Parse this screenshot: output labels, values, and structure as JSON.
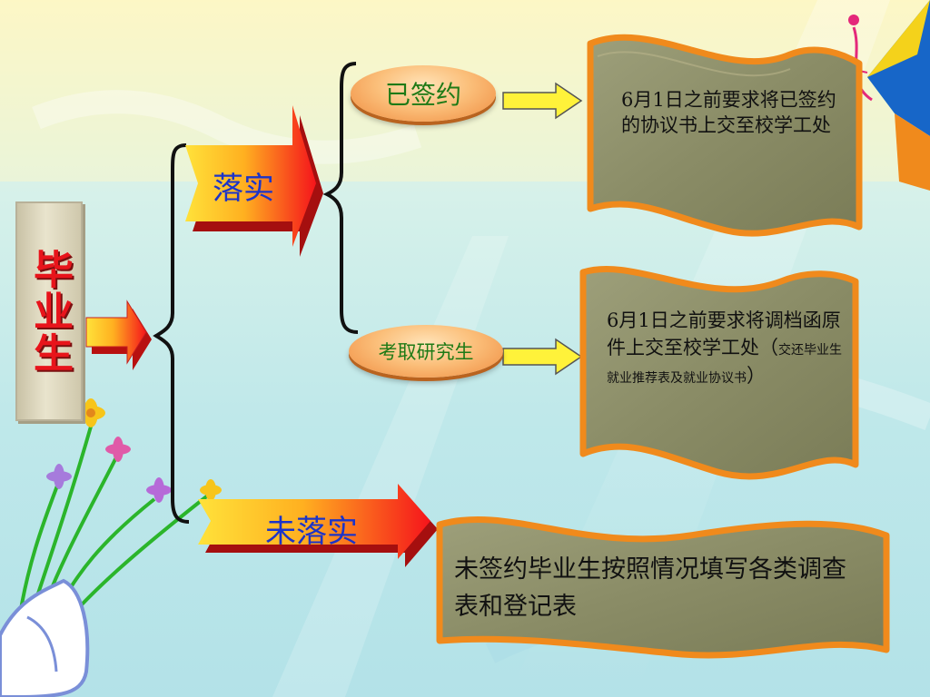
{
  "root": {
    "label": "毕业生"
  },
  "branches": {
    "placed": {
      "label": "落实"
    },
    "unplaced": {
      "label": "未落实"
    }
  },
  "nodes": {
    "signed": {
      "label": "已签约"
    },
    "postgrad": {
      "label": "考取研究生"
    }
  },
  "notes": {
    "signed": "6月1日之前要求将已签约的协议书上交至校学工处",
    "postgrad_main": "6月1日之前要求将调档函原件上交至校学工处（",
    "postgrad_small": "交还毕业生就业推荐表及就业协议书",
    "postgrad_close": "）",
    "unplaced": "未签约毕业生按照情况填写各类调查表和登记表"
  },
  "colors": {
    "arrow_fill": "#f5141b",
    "arrow_light": "#ffe23a",
    "scroll_fill": "#8d8f6a",
    "scroll_border": "#f08a1c",
    "label_blue": "#1c34c8",
    "pill_text": "#1e7a16"
  }
}
